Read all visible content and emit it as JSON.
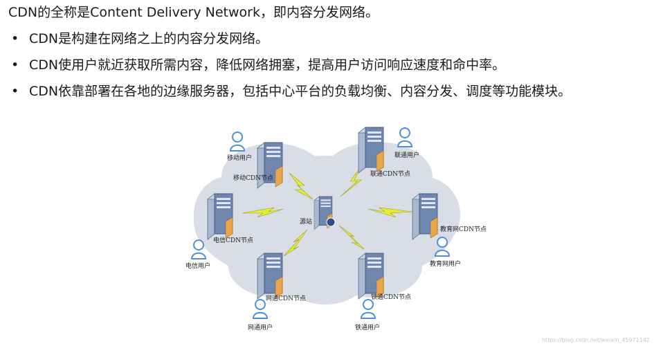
{
  "heading": "CDN的全称是Content Delivery Network，即内容分发网络。",
  "bullets": [
    "CDN是构建在网络之上的内容分发网络。",
    "CDN使用户就近获取所需内容，降低网络拥塞，提高用户访问响应速度和命中率。",
    "CDN依靠部署在各地的边缘服务器，包括中心平台的负载均衡、内容分发、调度等功能模块。"
  ],
  "diagram": {
    "origin_label": "源站",
    "nodes": {
      "mobile": "移动CDN节点",
      "unicom": "联通CDN节点",
      "telecom": "电信CDN节点",
      "edu": "教育网CDN节点",
      "netcom": "网通CDN节点",
      "railcom": "铁通CDN节点"
    },
    "users": {
      "mobile": "移动用户",
      "unicom": "联通用户",
      "telecom": "电信用户",
      "edu": "教育网用户",
      "netcom": "网通用户",
      "railcom": "铁通用户"
    }
  },
  "watermark": "https://blog.csdn.net/weixin_45971142",
  "colors": {
    "cloud": "#d8dde6",
    "server_front": "#6f86ad",
    "server_side": "#a9b9d2",
    "lightning": "#e8ea3a",
    "user": "#4f8fd6"
  }
}
